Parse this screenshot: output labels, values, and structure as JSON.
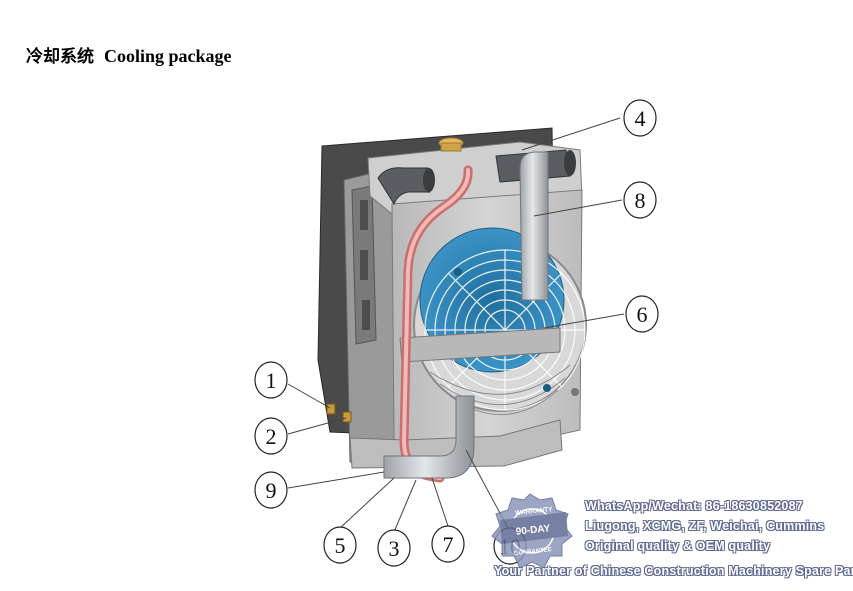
{
  "title": {
    "zh": "冷却系统",
    "en": "Cooling package"
  },
  "callouts": [
    "1",
    "2",
    "3",
    "4",
    "5",
    "6",
    "7",
    "8",
    "9",
    "10"
  ],
  "watermark": {
    "seal_top": "WARRANTY",
    "seal_center": "90-DAY",
    "seal_bottom": "GUARANTEE",
    "line1": "WhatsApp/Wechat: 86-18630852087",
    "line2": "Liugong, XCMG, ZF, Weichai, Cummins",
    "line3": "Original quality & OEM quality",
    "line4": "Your Partner of Chinese Construction Machinery Spare Parts"
  },
  "colors": {
    "frame": "#4a4a4a",
    "housing": "#c8c8c8",
    "fan_blue": "#2b82b8",
    "hose_pink": "#e89a98",
    "watermark_outline": "#5e6a92"
  }
}
